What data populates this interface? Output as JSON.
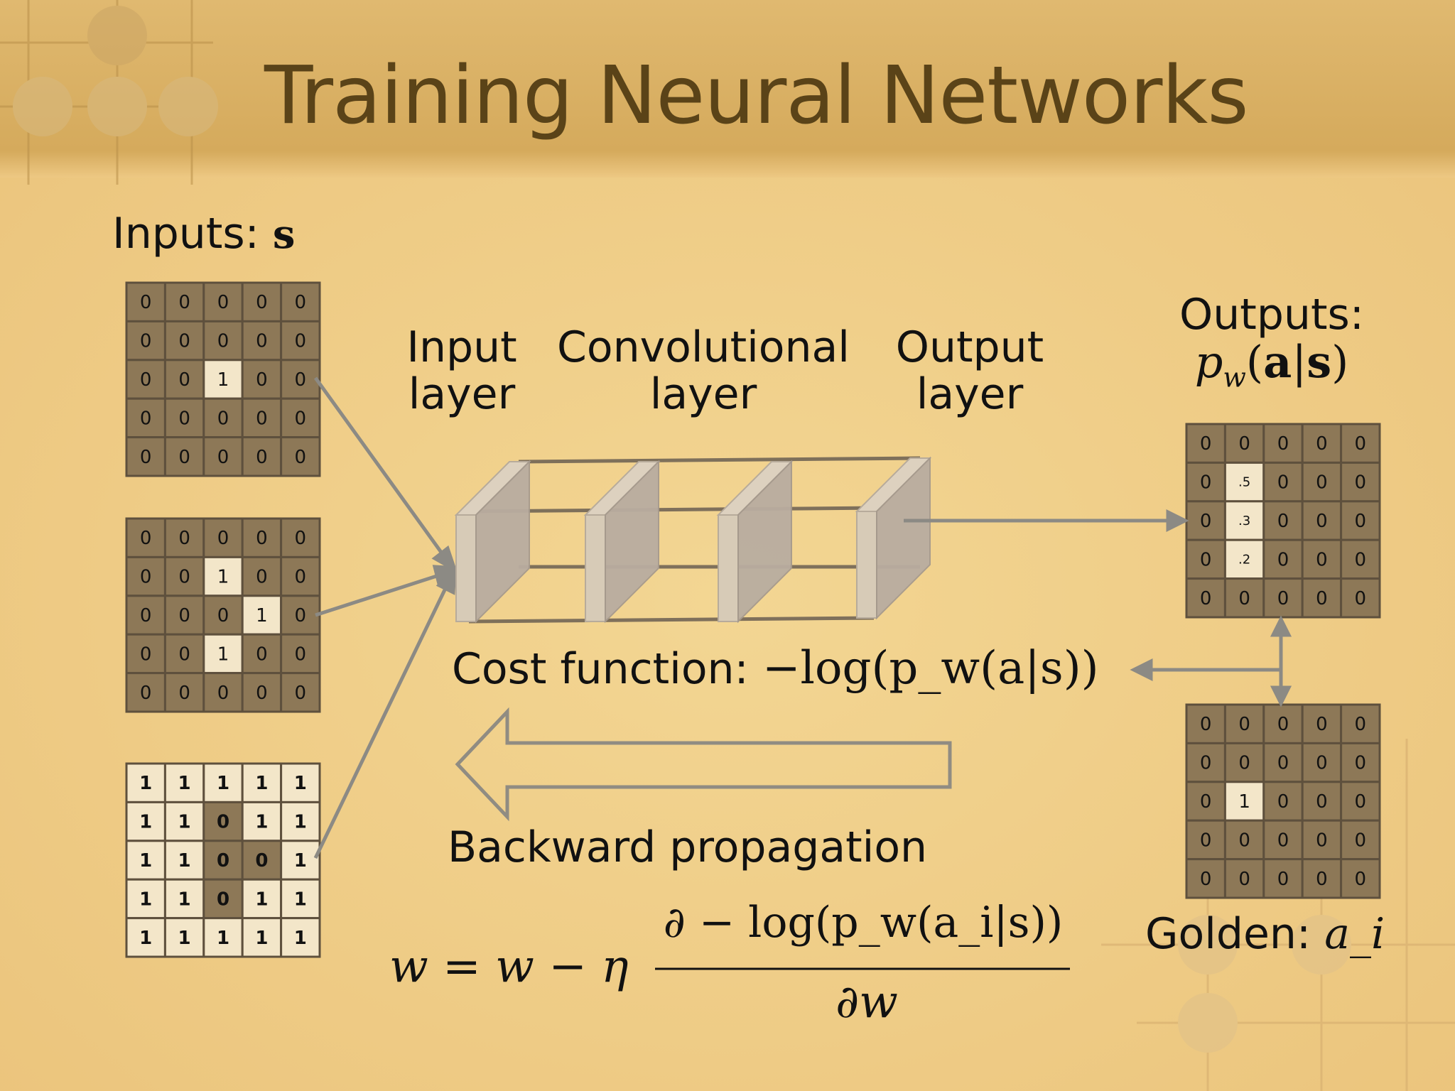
{
  "slide": {
    "title": "Training Neural Networks",
    "inputs_label": "Inputs:",
    "inputs_symbol": "s",
    "layers": [
      {
        "line1": "Input",
        "line2": "layer"
      },
      {
        "line1": "Convolutional",
        "line2": "layer"
      },
      {
        "line1": "Output",
        "line2": "layer"
      }
    ],
    "outputs_label": "Outputs:",
    "outputs_formula": {
      "p": "p",
      "sub": "w",
      "open": "(",
      "a": "a",
      "bar": "|",
      "s": "s",
      "close": ")"
    },
    "cost_label": "Cost function:",
    "cost_formula": "−log(p_w(a|s))",
    "backprop_label": "Backward propagation",
    "update_formula": {
      "lhs": "w = w − η",
      "numerator": "∂ − log(p_w(a_i|s))",
      "denominator": "∂w"
    },
    "golden_label": "Golden:",
    "golden_symbol": "a_i"
  },
  "grids": {
    "input1": [
      [
        "0",
        "0",
        "0",
        "0",
        "0"
      ],
      [
        "0",
        "0",
        "0",
        "0",
        "0"
      ],
      [
        "0",
        "0",
        "1",
        "0",
        "0"
      ],
      [
        "0",
        "0",
        "0",
        "0",
        "0"
      ],
      [
        "0",
        "0",
        "0",
        "0",
        "0"
      ]
    ],
    "input2": [
      [
        "0",
        "0",
        "0",
        "0",
        "0"
      ],
      [
        "0",
        "0",
        "1",
        "0",
        "0"
      ],
      [
        "0",
        "0",
        "0",
        "1",
        "0"
      ],
      [
        "0",
        "0",
        "1",
        "0",
        "0"
      ],
      [
        "0",
        "0",
        "0",
        "0",
        "0"
      ]
    ],
    "input3": [
      [
        "1",
        "1",
        "1",
        "1",
        "1"
      ],
      [
        "1",
        "1",
        "0",
        "1",
        "1"
      ],
      [
        "1",
        "1",
        "0",
        "0",
        "1"
      ],
      [
        "1",
        "1",
        "0",
        "1",
        "1"
      ],
      [
        "1",
        "1",
        "1",
        "1",
        "1"
      ]
    ],
    "output": [
      [
        "0",
        "0",
        "0",
        "0",
        "0"
      ],
      [
        "0",
        ".5",
        "0",
        "0",
        "0"
      ],
      [
        "0",
        ".3",
        "0",
        "0",
        "0"
      ],
      [
        "0",
        ".2",
        "0",
        "0",
        "0"
      ],
      [
        "0",
        "0",
        "0",
        "0",
        "0"
      ]
    ],
    "golden": [
      [
        "0",
        "0",
        "0",
        "0",
        "0"
      ],
      [
        "0",
        "0",
        "0",
        "0",
        "0"
      ],
      [
        "0",
        "1",
        "0",
        "0",
        "0"
      ],
      [
        "0",
        "0",
        "0",
        "0",
        "0"
      ],
      [
        "0",
        "0",
        "0",
        "0",
        "0"
      ]
    ]
  },
  "colors": {
    "background": "#f0cd85",
    "title_band": "#d8ae62",
    "title_text": "#5a4318",
    "dark_cell": "#8d7857",
    "light_cell": "#f3e6c9",
    "arrow": "#8c8a84"
  }
}
